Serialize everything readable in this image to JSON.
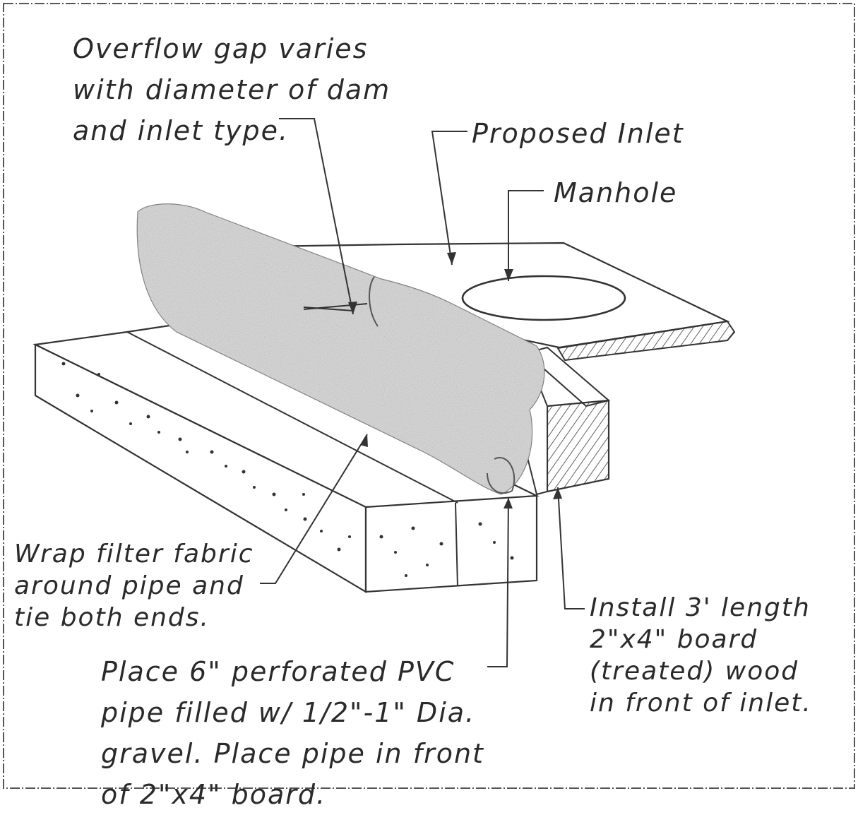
{
  "labels": {
    "overflow_gap": [
      "Overflow gap varies",
      "with diameter of dam",
      "and inlet type."
    ],
    "proposed_inlet": "Proposed Inlet",
    "manhole": "Manhole",
    "wrap_filter": [
      "Wrap filter fabric",
      "around pipe and",
      "tie both ends."
    ],
    "install_board": [
      "Install 3' length",
      "2\"x4\" board",
      "(treated) wood",
      "in front of inlet."
    ],
    "place_pipe": [
      "Place 6\" perforated PVC",
      "pipe filled w/ 1/2\"-1\" Dia.",
      "gravel. Place pipe in front",
      "of 2\"x4\" board."
    ]
  },
  "colors": {
    "ink": "#2a2a2a",
    "paper": "#ffffff",
    "fabric": "#d6d6d6"
  }
}
